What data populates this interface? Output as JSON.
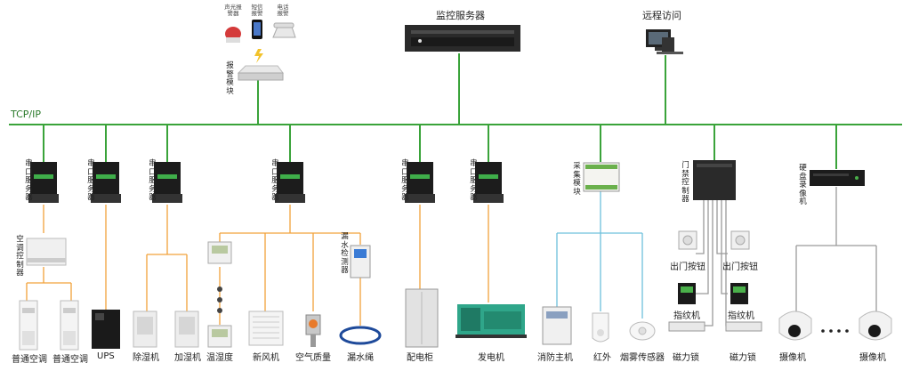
{
  "network": {
    "label": "TCP/IP"
  },
  "top": {
    "server": "监控服务器",
    "remote": "远程访问",
    "alarm_module": "报警模块",
    "sound_light": "声光报警器",
    "sms": "短信报警",
    "phone": "电话报警"
  },
  "serial_server": "串口服务器",
  "ac_controller": "空调控制器",
  "leak_detector": "漏水检测器",
  "acq_module": "采集模块",
  "door_controller": "门禁控制器",
  "dvr": "硬盘录像机",
  "devices": {
    "ac1": "普通空调",
    "ac2": "普通空调",
    "ups": "UPS",
    "dehumidifier": "除湿机",
    "humidifier": "加湿机",
    "temp_humidity": "温湿度",
    "fresh_air": "新风机",
    "air_quality": "空气质量",
    "leak_rope": "漏水绳",
    "power_cabinet": "配电柜",
    "generator": "发电机",
    "fire_host": "消防主机",
    "infrared": "红外",
    "smoke": "烟雾传感器",
    "exit_button1": "出门按钮",
    "exit_button2": "出门按钮",
    "fingerprint1": "指纹机",
    "fingerprint2": "指纹机",
    "maglock1": "磁力锁",
    "maglock2": "磁力锁",
    "camera1": "摄像机",
    "camera2": "摄像机"
  },
  "colors": {
    "network": "#3aa33a",
    "orange": "#f2a23a",
    "blue": "#6ec0dc",
    "gray": "#9a9a9a"
  }
}
